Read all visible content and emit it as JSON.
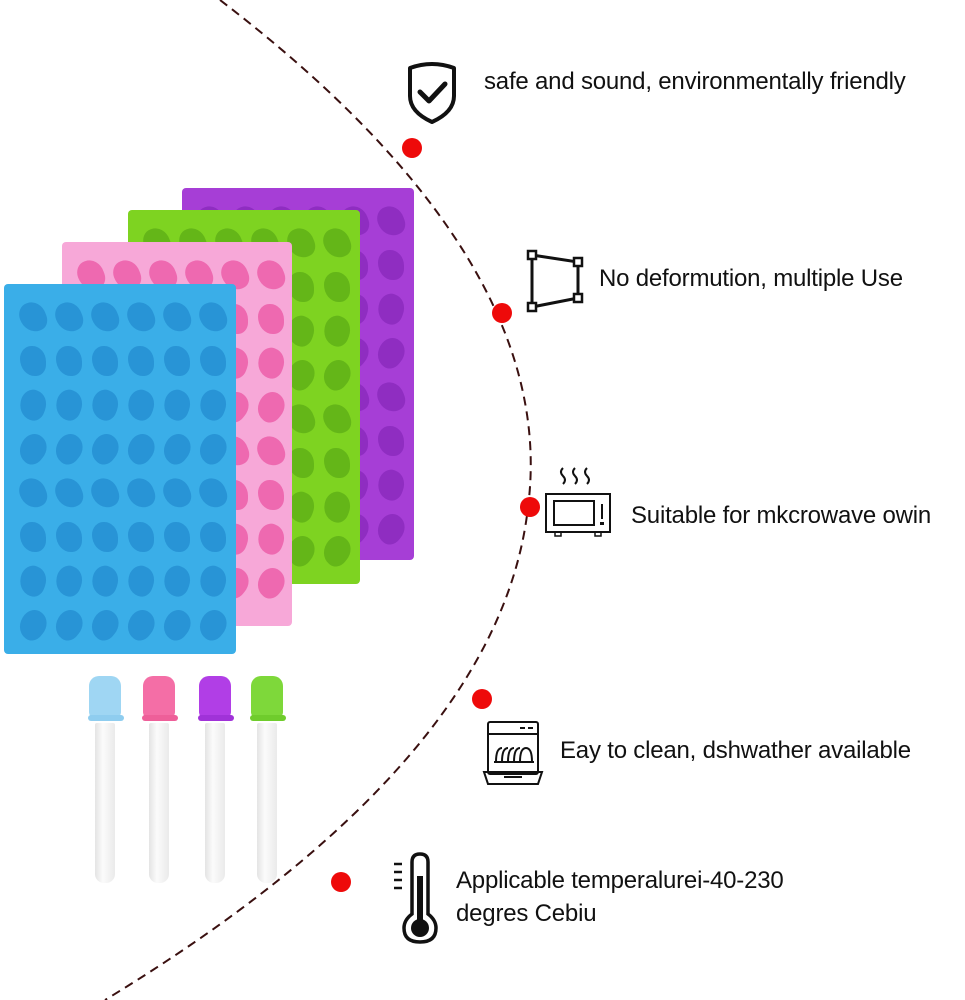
{
  "features": [
    {
      "icon": "shield-check-icon",
      "text": "safe and sound, environmentally friendly"
    },
    {
      "icon": "deformation-frame-icon",
      "text": "No deformution, multiple Use"
    },
    {
      "icon": "microwave-icon",
      "text": "Suitable for mkcrowave owin"
    },
    {
      "icon": "dishwasher-icon",
      "text": "Eay to clean, dshwather available"
    },
    {
      "icon": "thermometer-icon",
      "text_line1": "Applicable temperalurei-40-230",
      "text_line2": "degres Cebiu"
    }
  ],
  "product": {
    "molds": [
      {
        "name": "purple",
        "color": "#a63ed6",
        "cavity": "#7b1fb0"
      },
      {
        "name": "green",
        "color": "#7ed321",
        "cavity": "#4f9e12"
      },
      {
        "name": "pink",
        "color": "#f7a8d8",
        "cavity": "#e8358f"
      },
      {
        "name": "blue",
        "color": "#3aaee8",
        "cavity": "#1a7fc6"
      }
    ],
    "droppers": [
      {
        "name": "blue",
        "color": "#9fd6f3"
      },
      {
        "name": "pink",
        "color": "#f46ea6"
      },
      {
        "name": "purple",
        "color": "#b13ee6"
      },
      {
        "name": "green",
        "color": "#7ed83a"
      }
    ]
  },
  "accent": {
    "dot": "#ee0a0a",
    "arc": "#3a1010"
  }
}
